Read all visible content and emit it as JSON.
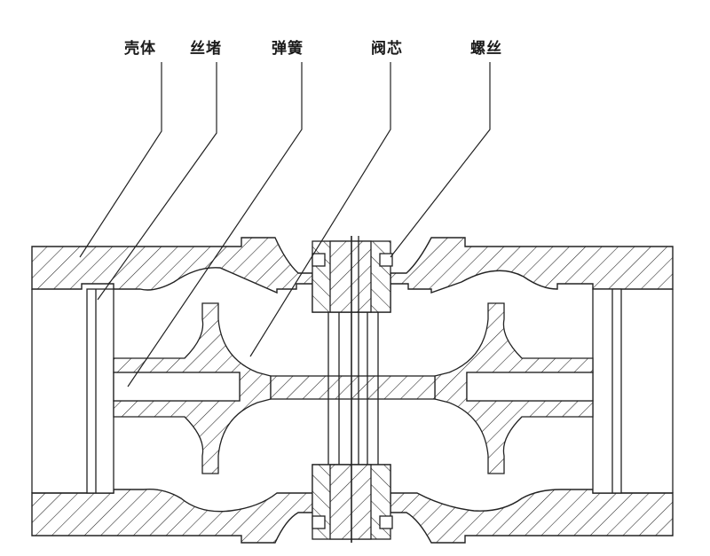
{
  "labels": {
    "housing": "壳体",
    "plug": "丝堵",
    "spring": "弹簧",
    "spool": "阀芯",
    "screw": "螺丝"
  }
}
